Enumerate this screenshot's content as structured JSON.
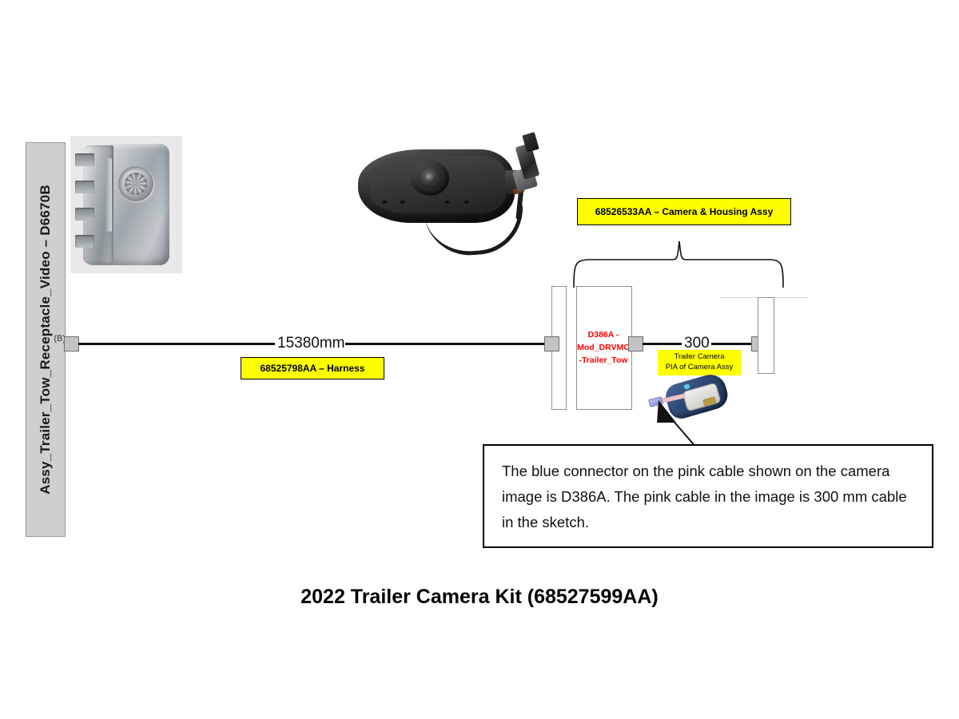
{
  "title": "2022 Trailer Camera Kit (68527599AA)",
  "module": {
    "label": "Assy_Trailer_Tow_Receptacle_Video – D6670B",
    "pin": "(B)"
  },
  "wires": [
    {
      "name": "harness-wire",
      "dimension": "15380mm"
    },
    {
      "name": "camera-pigtail-wire",
      "dimension": "300"
    }
  ],
  "callouts": {
    "camera_housing_assy": "68526533AA – Camera & Housing Assy",
    "harness": "68525798AA – Harness",
    "pia_line1": "Trailer Camera",
    "pia_line2": "PIA of Camera Assy"
  },
  "connector": {
    "d386a_line1": "D386A -",
    "d386a_line2": "Mod_DRVMC",
    "d386a_line3": "-Trailer_Tow"
  },
  "description": "The blue connector on the pink cable shown on the camera image is D386A. The pink cable in the image is 300 mm cable in the sketch.",
  "colors": {
    "highlight_yellow": "#FFFF00",
    "connector_red_text": "#FF0000",
    "module_bar_gray": "#CFCFCF",
    "wire_black": "#111111"
  }
}
